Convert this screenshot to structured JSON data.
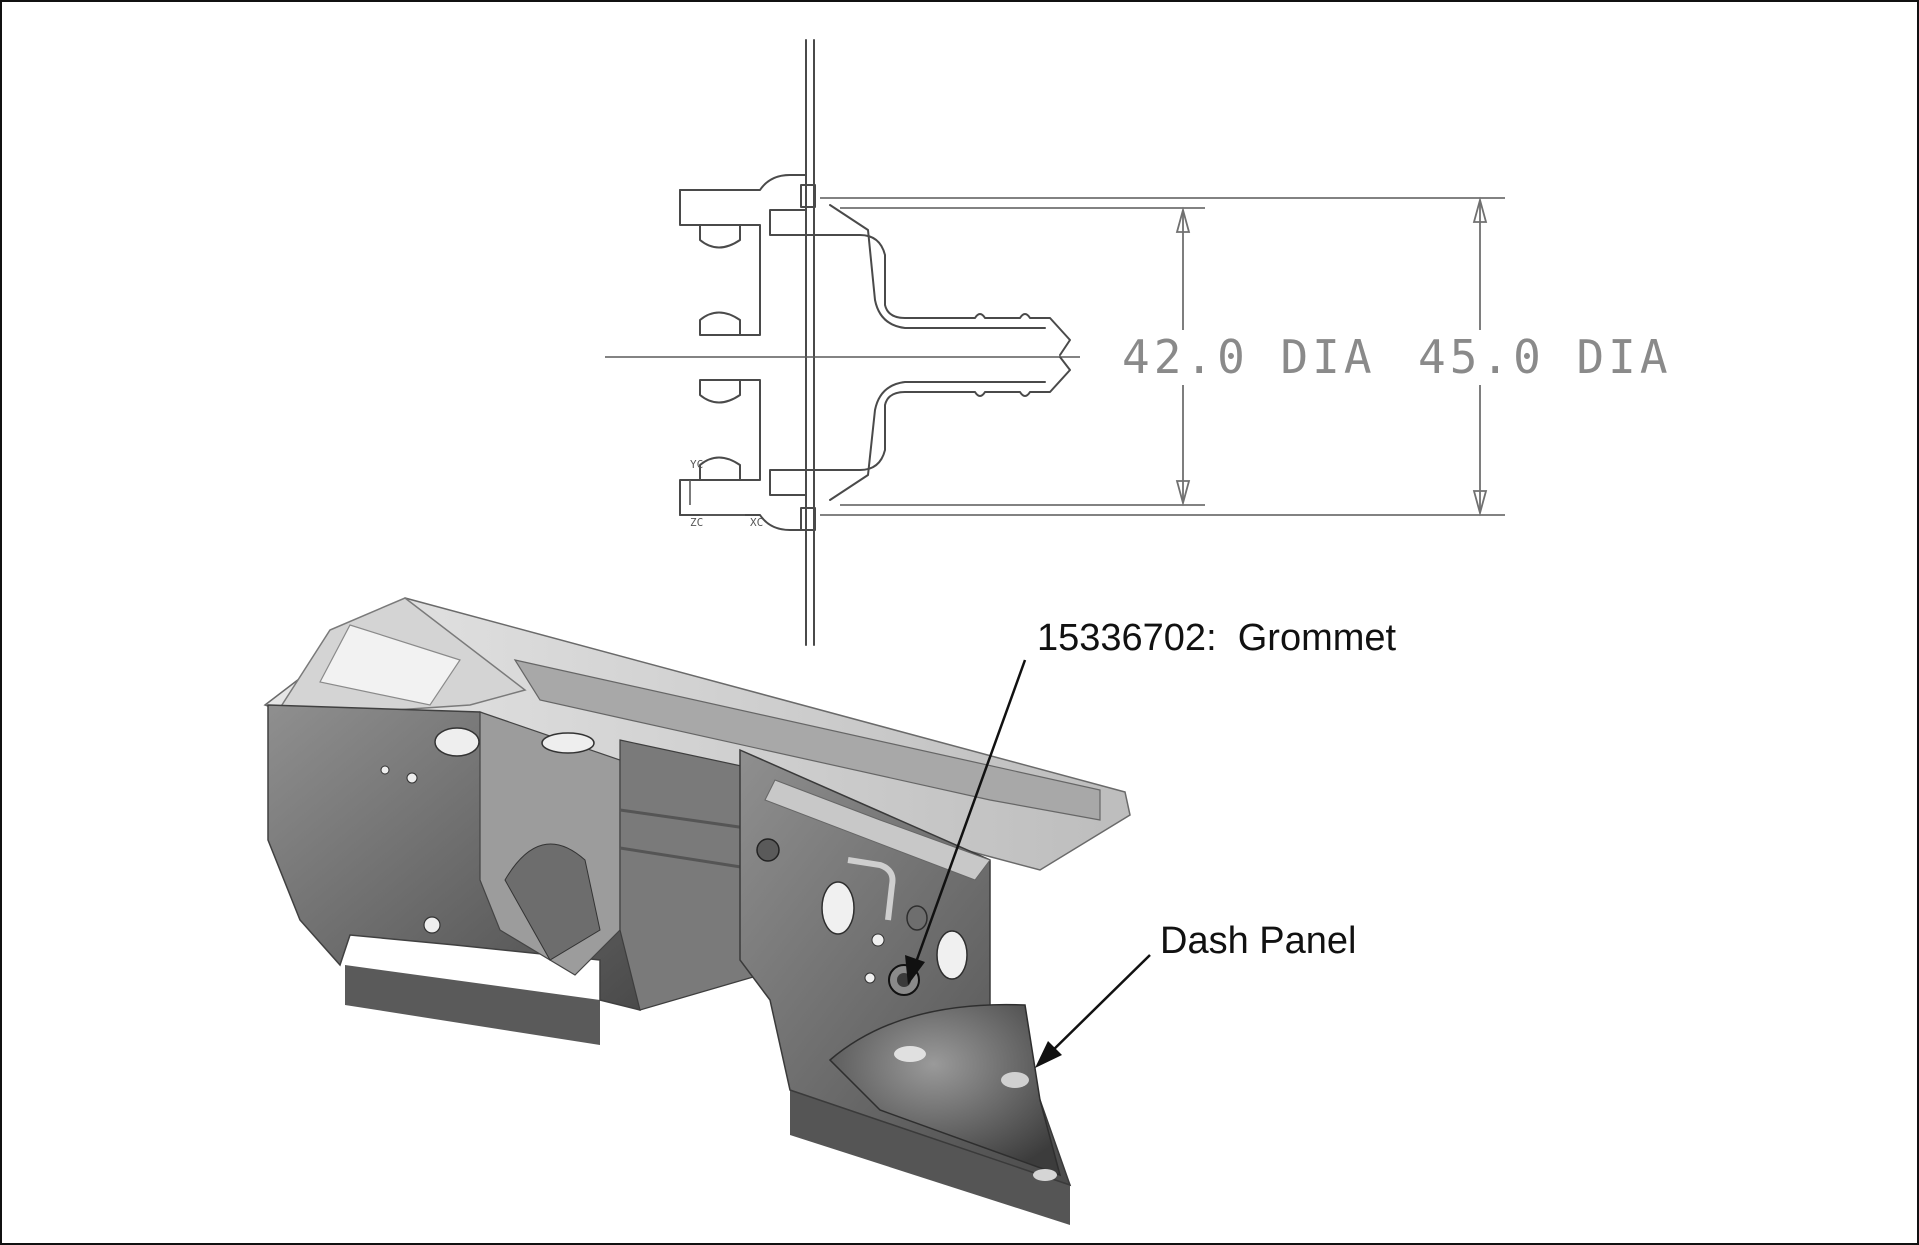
{
  "cross_section": {
    "inner_diameter_label": "42.0 DIA",
    "outer_diameter_label": "45.0 DIA",
    "axis_labels": {
      "yc": "YC",
      "zc": "ZC",
      "xc": "XC"
    }
  },
  "callouts": {
    "grommet": "15336702:  Grommet",
    "dash_panel": "Dash Panel"
  },
  "colors": {
    "panel_dark": "#5c5c5c",
    "panel_mid": "#8a8a8a",
    "panel_light": "#d9d9d9",
    "line": "#4a4a4a"
  }
}
